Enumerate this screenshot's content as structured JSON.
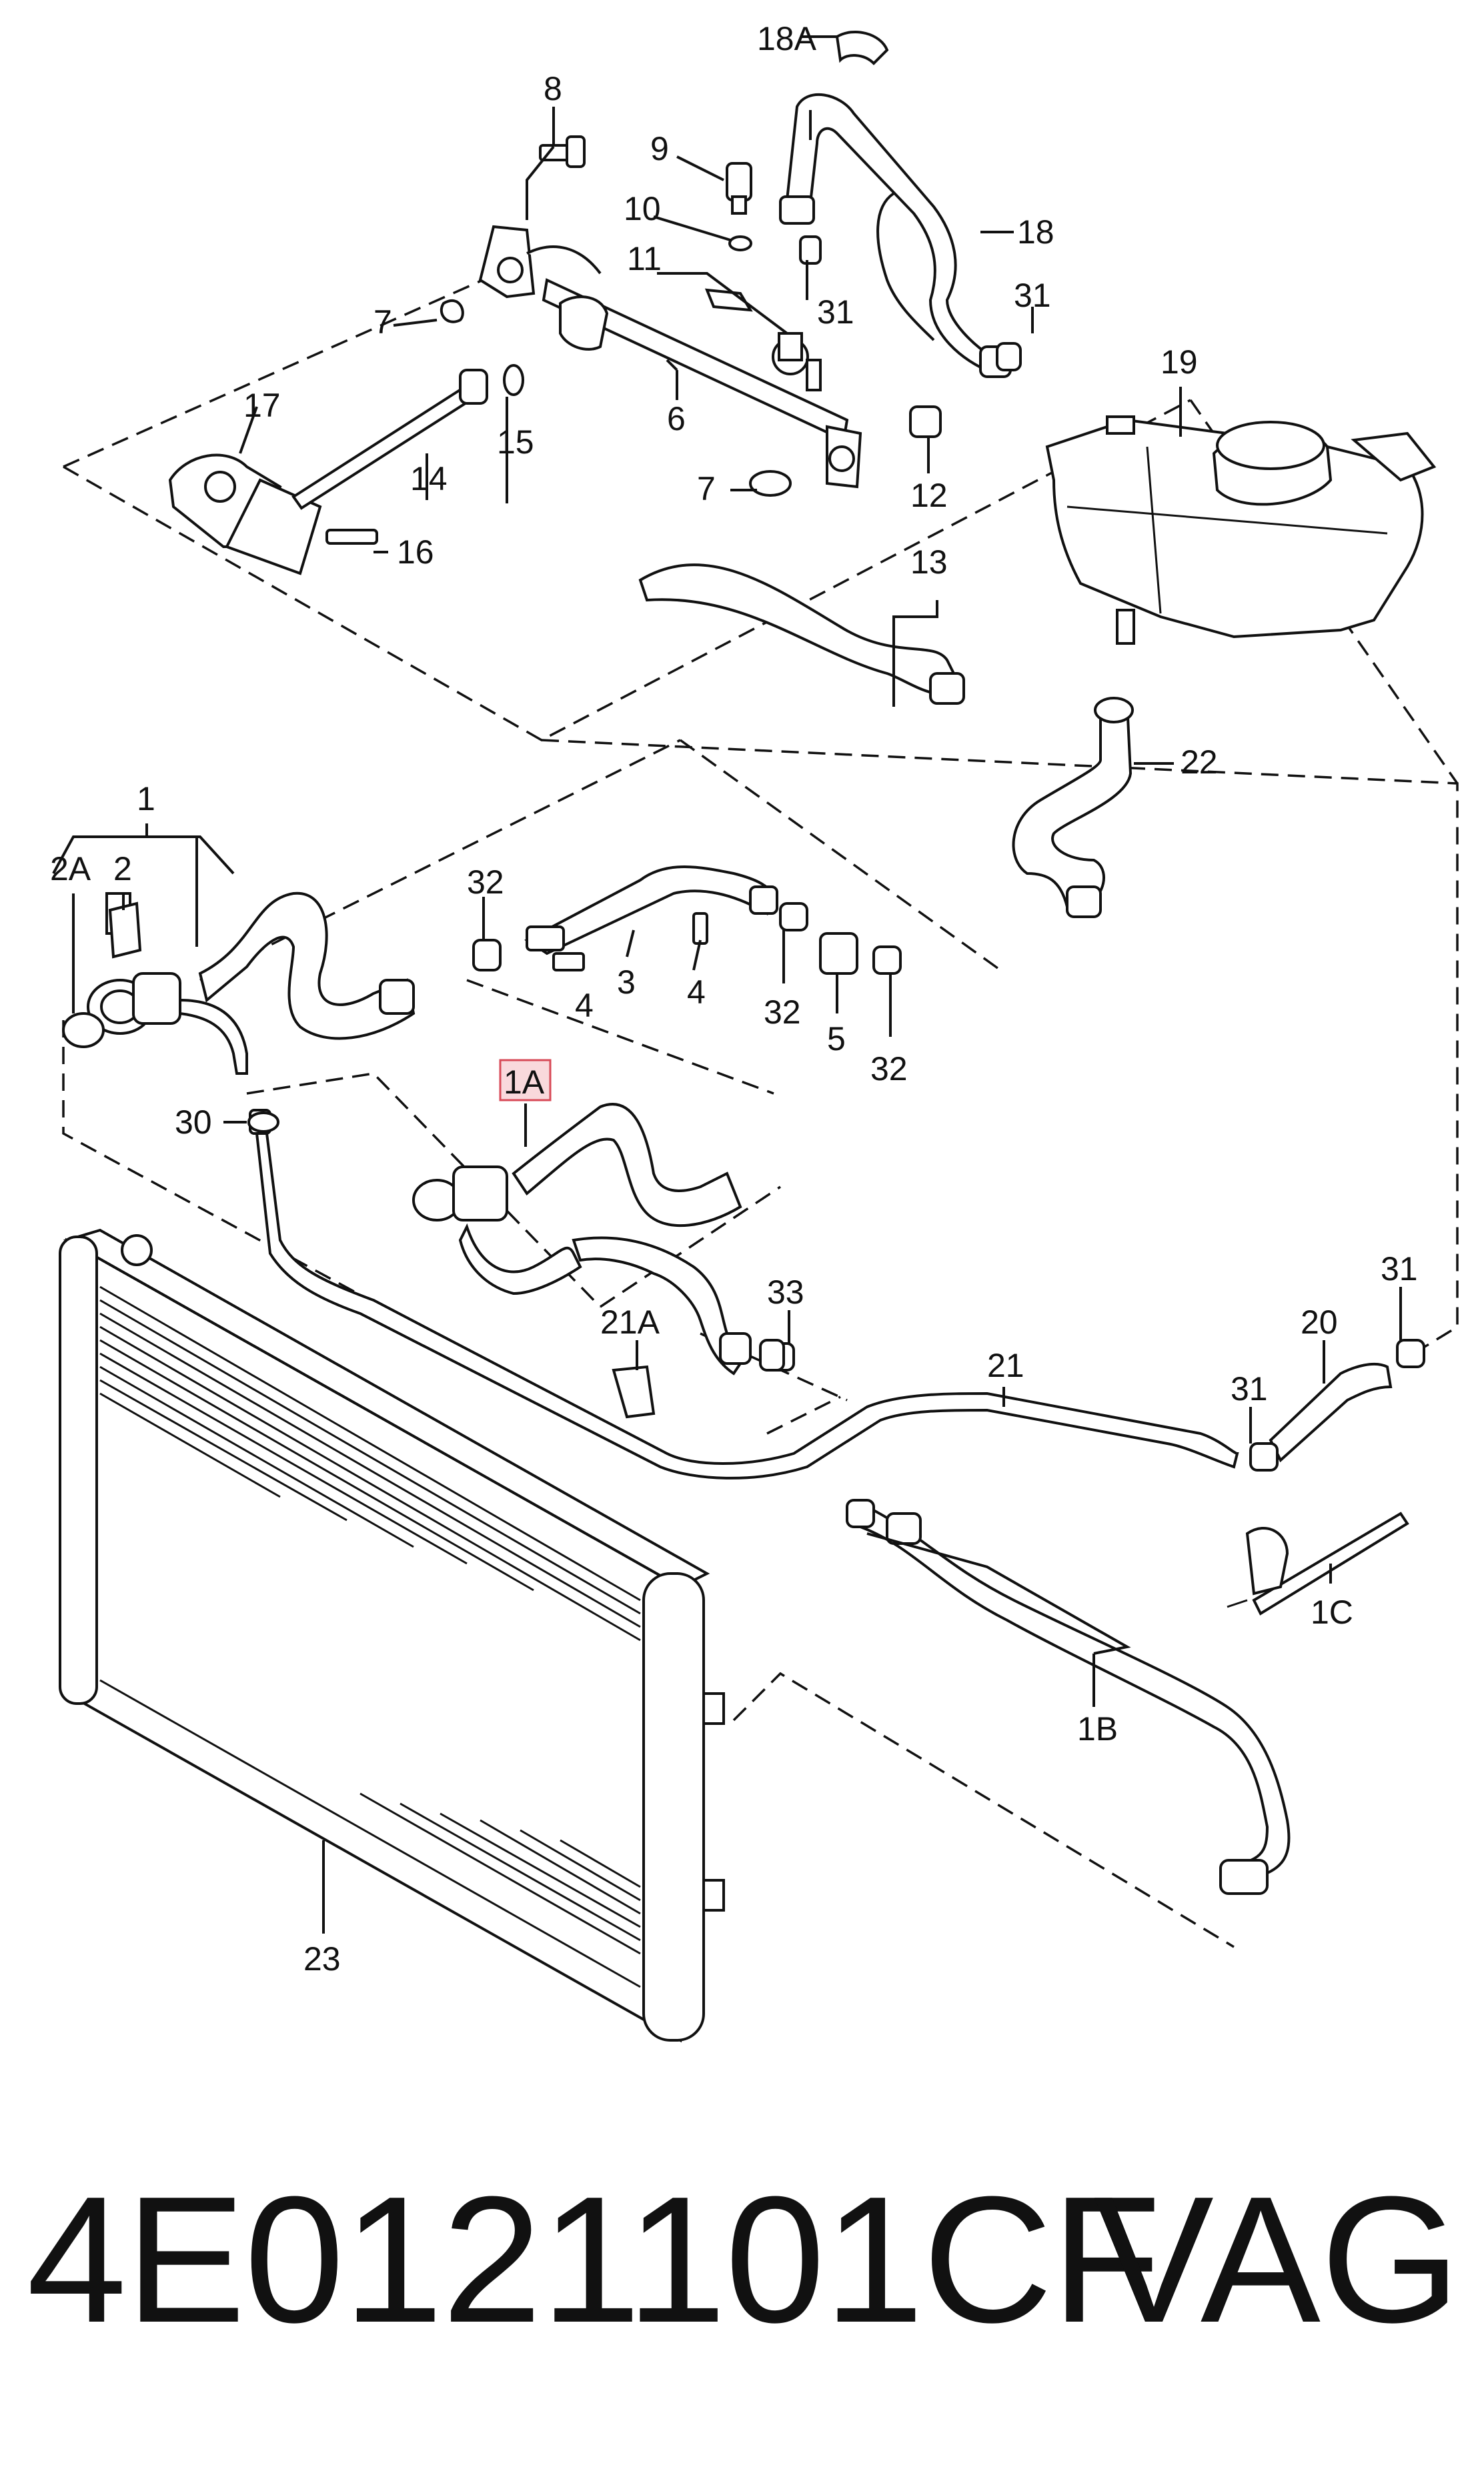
{
  "diagram": {
    "callouts": {
      "c1": "1",
      "c1A": "1A",
      "c1B": "1B",
      "c1C": "1C",
      "c2": "2",
      "c2A": "2A",
      "c3": "3",
      "c4a": "4",
      "c4b": "4",
      "c5": "5",
      "c6": "6",
      "c7a": "7",
      "c7b": "7",
      "c8": "8",
      "c9": "9",
      "c10": "10",
      "c11": "11",
      "c12": "12",
      "c13": "13",
      "c14": "14",
      "c15": "15",
      "c16": "16",
      "c17": "17",
      "c18": "18",
      "c18A": "18A",
      "c19": "19",
      "c20": "20",
      "c21": "21",
      "c21A": "21A",
      "c22": "22",
      "c23": "23",
      "c30": "30",
      "c31a": "31",
      "c31b": "31",
      "c31c": "31",
      "c31d": "31",
      "c32a": "32",
      "c32b": "32",
      "c32c": "32",
      "c33": "33"
    },
    "highlighted_callout": "1A",
    "colors": {
      "line": "#111111",
      "highlight_fill": "#f9d9dc",
      "highlight_stroke": "#d84a57"
    }
  },
  "footer": {
    "part_number": "4E0121101CF",
    "brand": "VAG"
  }
}
